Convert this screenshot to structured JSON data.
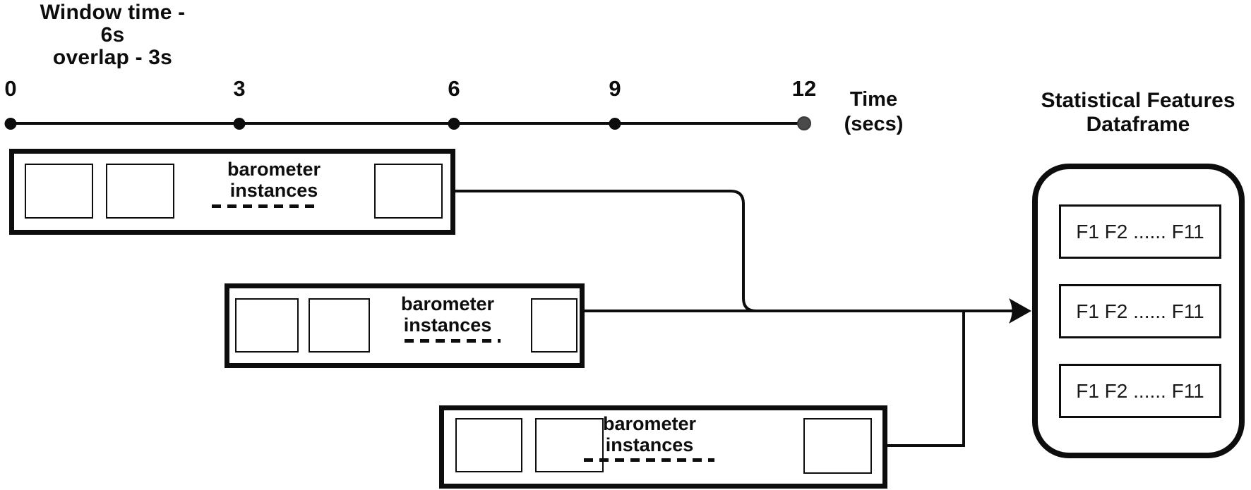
{
  "colors": {
    "ink": "#0d0d0d",
    "end_dot": "#4a4a4a",
    "background": "#ffffff"
  },
  "annotation": {
    "line1": "Window time - 6s",
    "line2": "overlap - 3s"
  },
  "timeline": {
    "ticks": [
      {
        "label": "0",
        "seconds": 0
      },
      {
        "label": "3",
        "seconds": 3
      },
      {
        "label": "6",
        "seconds": 6
      },
      {
        "label": "9",
        "seconds": 9
      },
      {
        "label": "12",
        "seconds": 12
      }
    ],
    "axis_label": {
      "line1": "Time",
      "line2": "(secs)"
    }
  },
  "windows": [
    {
      "label": {
        "line1": "barometer",
        "line2": "instances"
      }
    },
    {
      "label": {
        "line1": "barometer",
        "line2": "instances"
      }
    },
    {
      "label": {
        "line1": "barometer",
        "line2": "instances"
      }
    }
  ],
  "dataframe": {
    "title": {
      "line1": "Statistical Features",
      "line2": "Dataframe"
    },
    "rows": [
      {
        "text": "F1 F2 ...... F11"
      },
      {
        "text": "F1 F2 ...... F11"
      },
      {
        "text": "F1 F2 ...... F11"
      }
    ]
  }
}
